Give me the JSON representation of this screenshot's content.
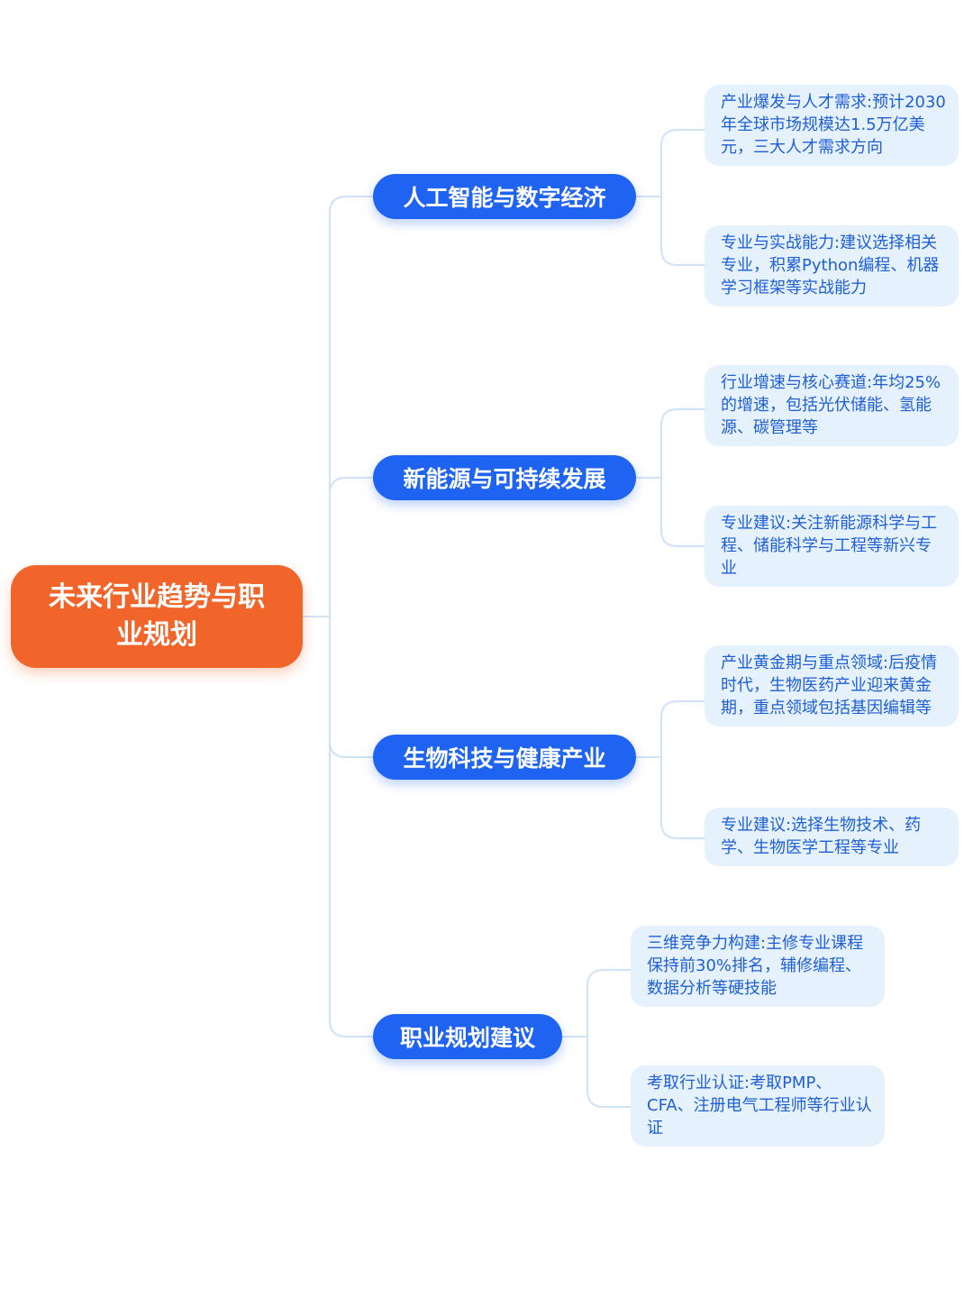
{
  "root": {
    "label": "未来行业趋势与职业规划"
  },
  "branches": [
    {
      "label": "人工智能与数字经济",
      "children": [
        "产业爆发与人才需求:预计2030年全球市场规模达1.5万亿美元，三大人才需求方向",
        "专业与实战能力:建议选择相关专业，积累Python编程、机器学习框架等实战能力"
      ]
    },
    {
      "label": "新能源与可持续发展",
      "children": [
        "行业增速与核心赛道:年均25%的增速，包括光伏储能、氢能源、碳管理等",
        "专业建议:关注新能源科学与工程、储能科学与工程等新兴专业"
      ]
    },
    {
      "label": "生物科技与健康产业",
      "children": [
        "产业黄金期与重点领域:后疫情时代，生物医药产业迎来黄金期，重点领域包括基因编辑等",
        "专业建议:选择生物技术、药学、生物医学工程等专业"
      ]
    },
    {
      "label": "职业规划建议",
      "children": [
        "三维竞争力构建:主修专业课程保持前30%排名，辅修编程、数据分析等硬技能",
        "考取行业认证:考取PMP、CFA、注册电气工程师等行业认证"
      ]
    }
  ],
  "colors": {
    "root_fill": "#f2652a",
    "branch_fill": "#1f63f2",
    "leaf_fill": "#e5f1fd",
    "leaf_text": "#1f5fd6",
    "connector": "#cfe3f8"
  }
}
